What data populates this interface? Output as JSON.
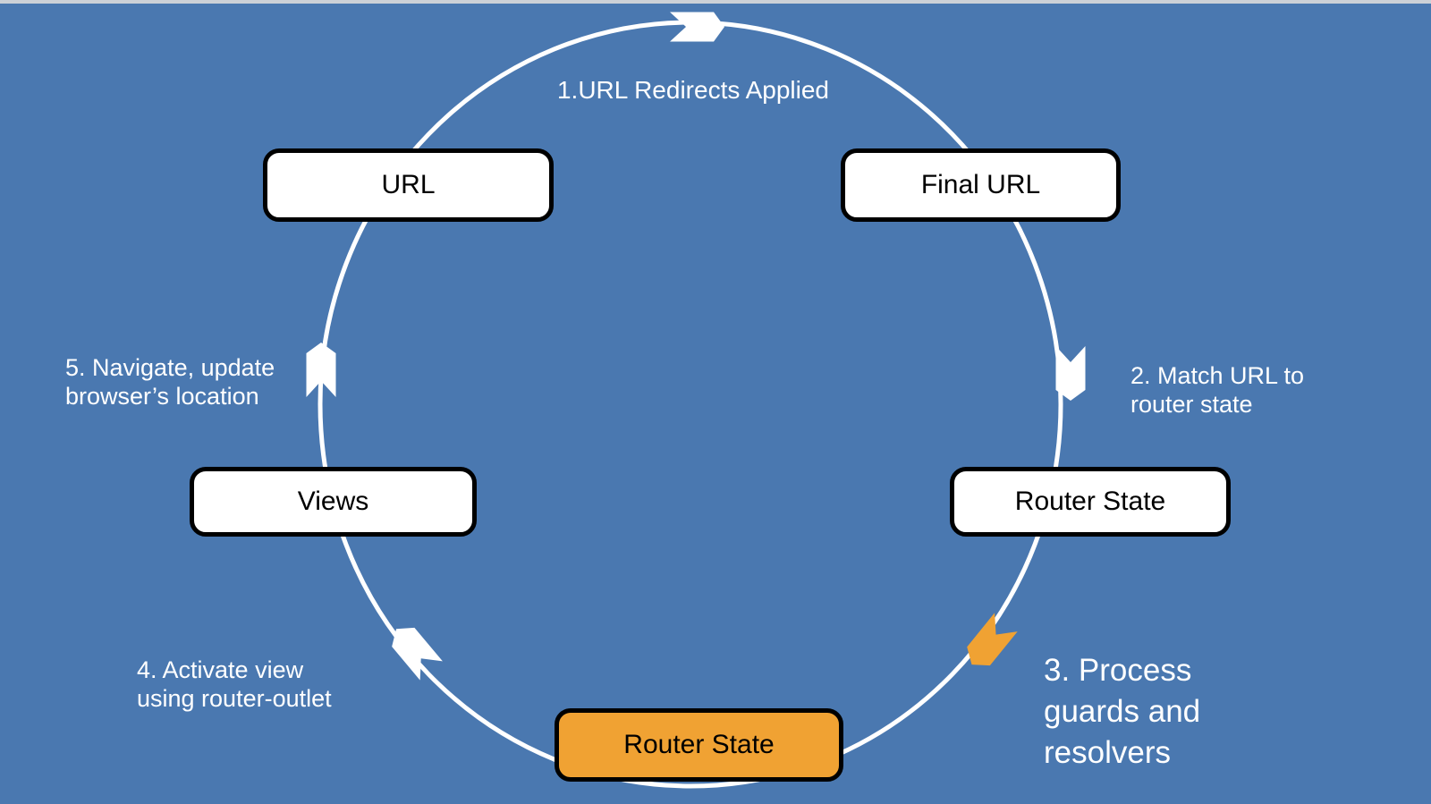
{
  "diagram": {
    "nodes": [
      {
        "id": "url",
        "label": "URL",
        "highlighted": false
      },
      {
        "id": "final-url",
        "label": "Final URL",
        "highlighted": false
      },
      {
        "id": "router-state-right",
        "label": "Router State",
        "highlighted": false
      },
      {
        "id": "views",
        "label": "Views",
        "highlighted": false
      },
      {
        "id": "router-state-bottom",
        "label": "Router State",
        "highlighted": true
      }
    ],
    "steps": [
      {
        "num": "1",
        "label": "1.URL Redirects Applied"
      },
      {
        "num": "2",
        "label": "2. Match URL to\nrouter state"
      },
      {
        "num": "3",
        "label": "3. Process\nguards and\nresolvers"
      },
      {
        "num": "4",
        "label": "4. Activate view\nusing router-outlet"
      },
      {
        "num": "5",
        "label": "5. Navigate, update\nbrowser’s location"
      }
    ],
    "arrows": [
      {
        "name": "step-1-arrow",
        "direction": "right",
        "color": "#ffffff"
      },
      {
        "name": "step-2-arrow",
        "direction": "down",
        "color": "#ffffff"
      },
      {
        "name": "step-3-arrow",
        "direction": "down-left",
        "color": "#f0a233"
      },
      {
        "name": "step-4-arrow",
        "direction": "up-left",
        "color": "#ffffff"
      },
      {
        "name": "step-5-arrow",
        "direction": "up",
        "color": "#ffffff"
      }
    ],
    "colors": {
      "background": "#4a78b0",
      "top_strip": "#ccd1d7",
      "accent_orange": "#f0a233",
      "circle_line": "#ffffff",
      "node_border": "#000000",
      "label_text": "#ffffff"
    }
  }
}
